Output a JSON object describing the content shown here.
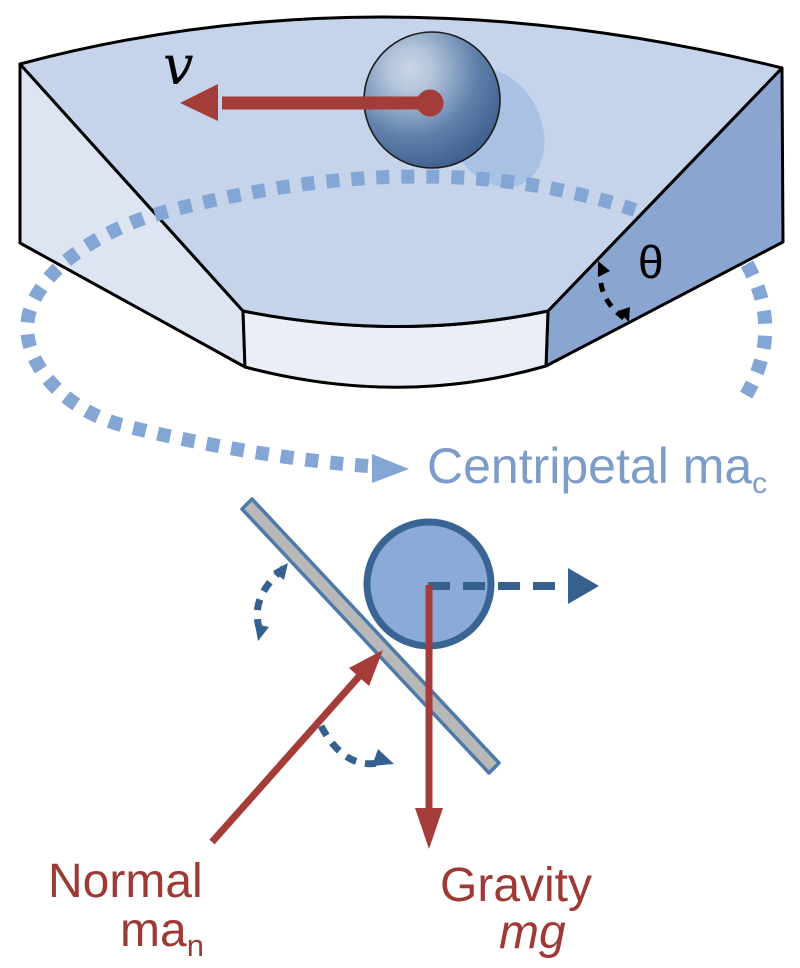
{
  "labels": {
    "velocity": "v",
    "bank_angle": "θ",
    "centripetal_main": "Centripetal ma",
    "centripetal_sub": "c",
    "normal_line1": "Normal",
    "normal_line2": "ma",
    "normal_sub": "n",
    "gravity_line1": "Gravity",
    "gravity_line2": "mg"
  },
  "colors": {
    "background": "#ffffff",
    "road_top": "#c5d4ea",
    "road_left_face": "#dde5f2",
    "road_front_face": "#e9eef7",
    "road_right_face": "#8aa5d0",
    "path_dashes": "#84a6d5",
    "centripetal_text": "#7d9cc7",
    "force_red": "#a43c3a",
    "red_text": "#9e3a36",
    "dark_blue_dash": "#36618f",
    "ball_shadow": "#a9c1e2",
    "cross_ball_fill": "#8caad7",
    "cross_ball_stroke": "#3a6494",
    "plane_gray": "#b8b8b8",
    "plane_stroke": "#4d7aa9",
    "outline": "#000000"
  }
}
